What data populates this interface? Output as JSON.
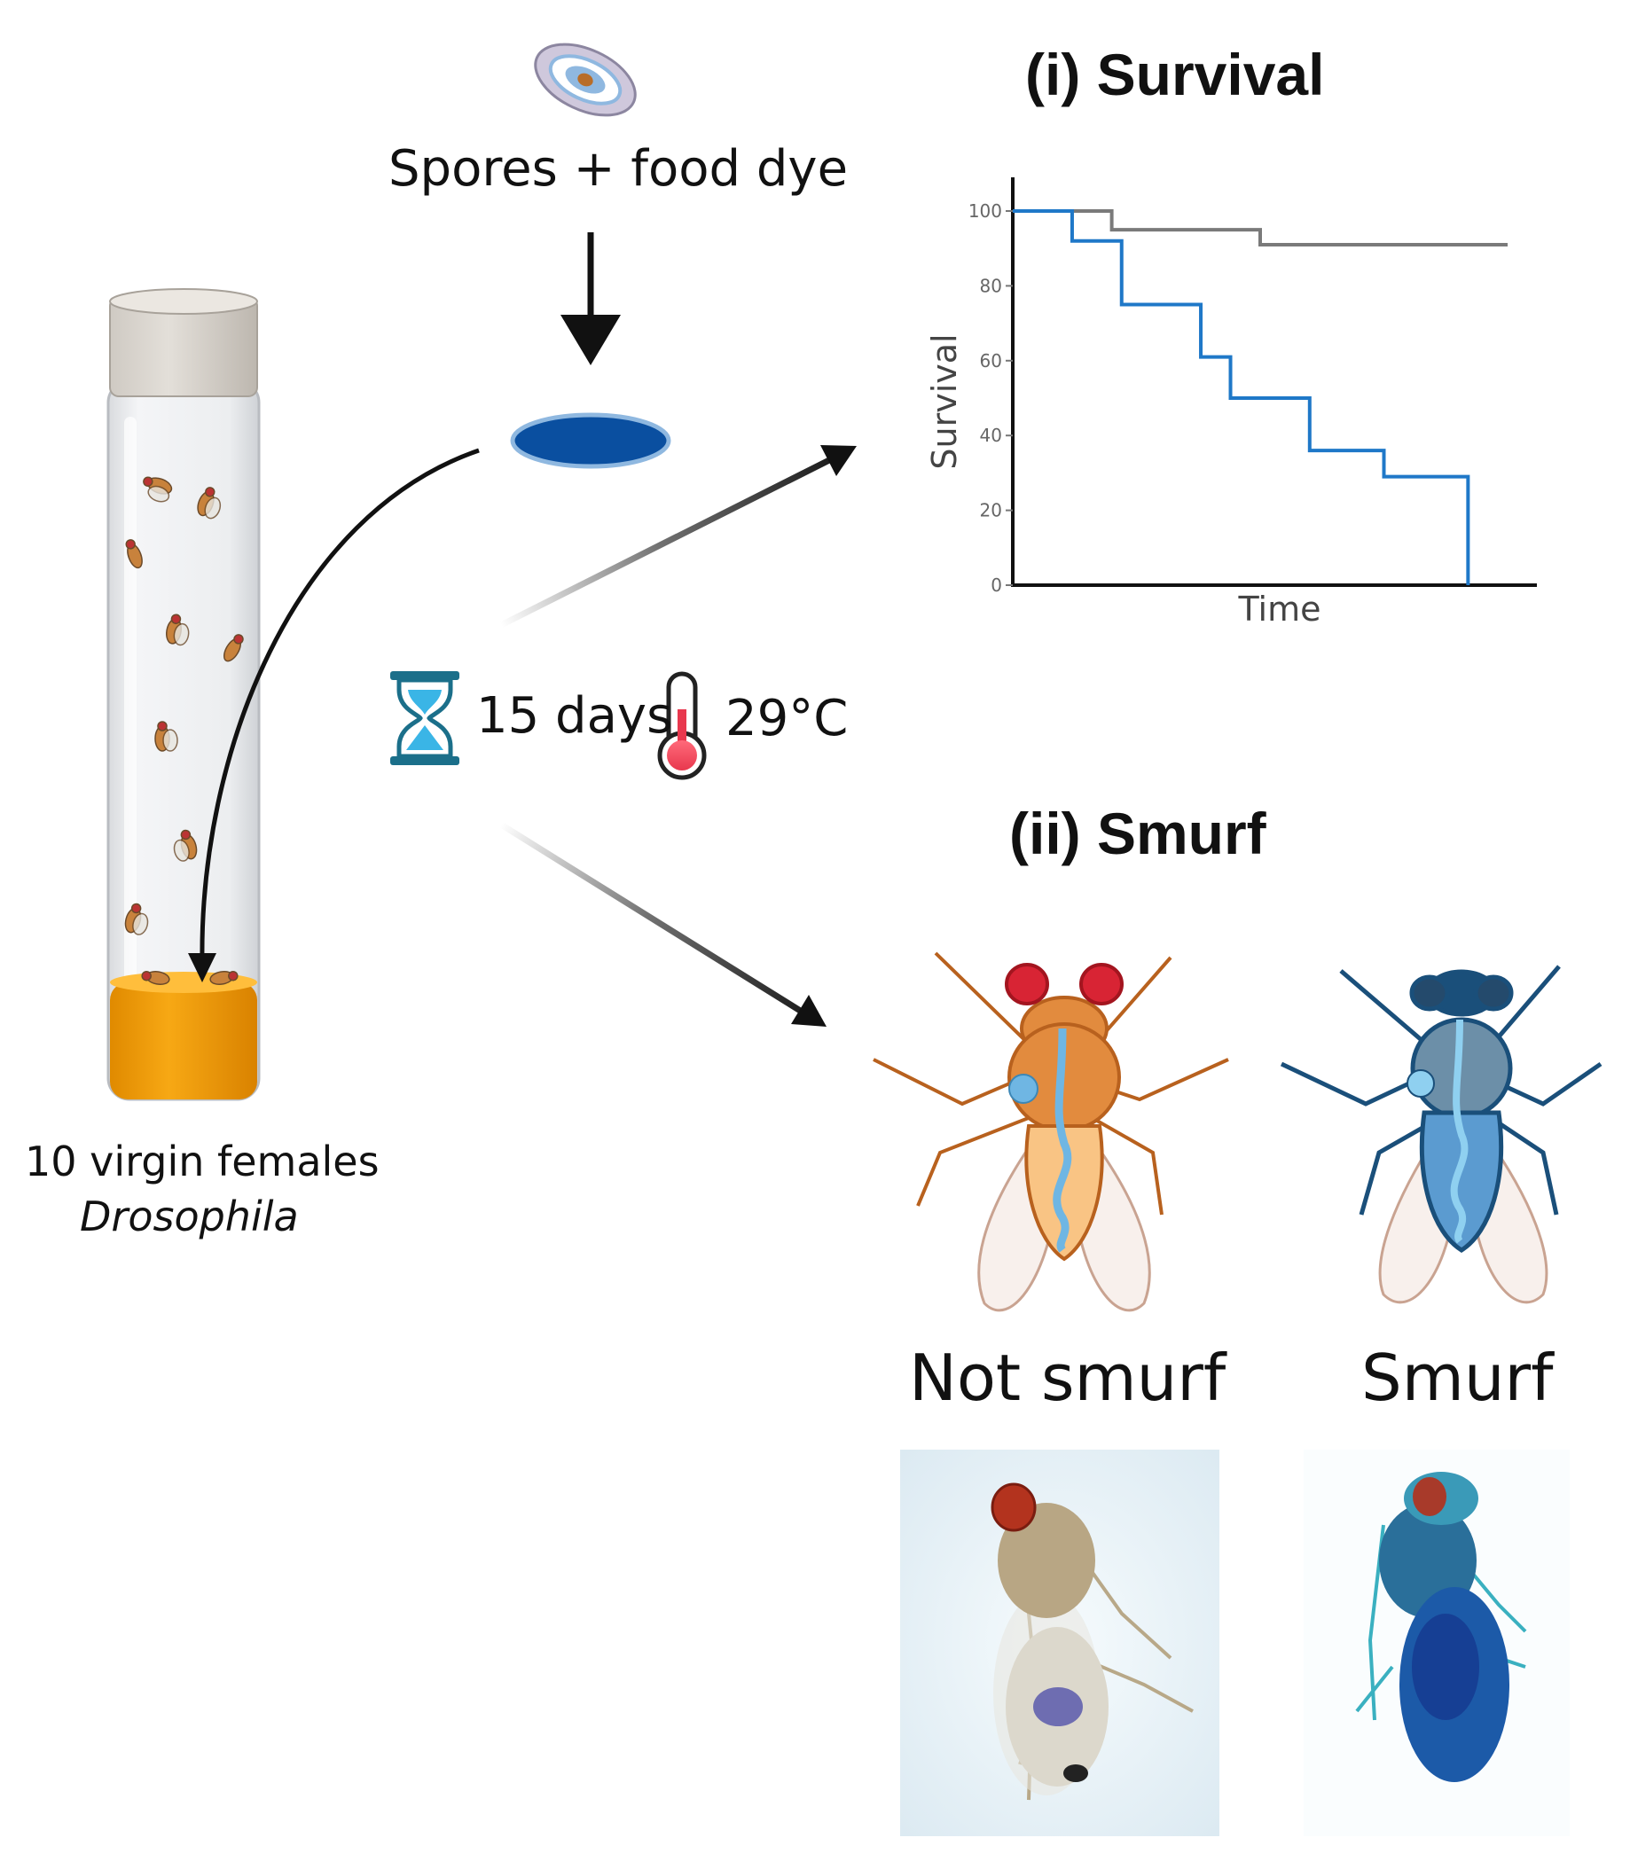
{
  "spores_label": "Spores + food dye",
  "vial_label": {
    "line1": "10 virgin females",
    "line2": "Drosophila"
  },
  "incubation": {
    "duration": "15 days",
    "temperature": "29°C"
  },
  "survival_panel": {
    "heading": "(i) Survival"
  },
  "smurf_panel": {
    "heading": "(ii) Smurf",
    "left_label": "Not smurf",
    "right_label": "Smurf"
  },
  "colors": {
    "food": "#f5a00c",
    "dye": "#0a4fa0",
    "smurf_blue": "#1a4f7a",
    "control_line": "#7a7a7a",
    "infected_line": "#1f78c8"
  },
  "chart_data": {
    "type": "line",
    "title": "",
    "xlabel": "Time",
    "ylabel": "Survival",
    "ylim": [
      0,
      100
    ],
    "yticks": [
      0,
      20,
      40,
      60,
      80,
      100
    ],
    "series": [
      {
        "x": [
          0,
          20,
          20,
          50,
          50,
          100
        ],
        "values": [
          100,
          100,
          95,
          95,
          91,
          91
        ]
      },
      {
        "x": [
          0,
          12,
          12,
          22,
          22,
          38,
          38,
          44,
          44,
          60,
          60,
          75,
          75,
          92,
          92
        ],
        "values": [
          100,
          100,
          92,
          92,
          75,
          75,
          61,
          61,
          50,
          50,
          36,
          36,
          29,
          29,
          0
        ]
      }
    ]
  }
}
